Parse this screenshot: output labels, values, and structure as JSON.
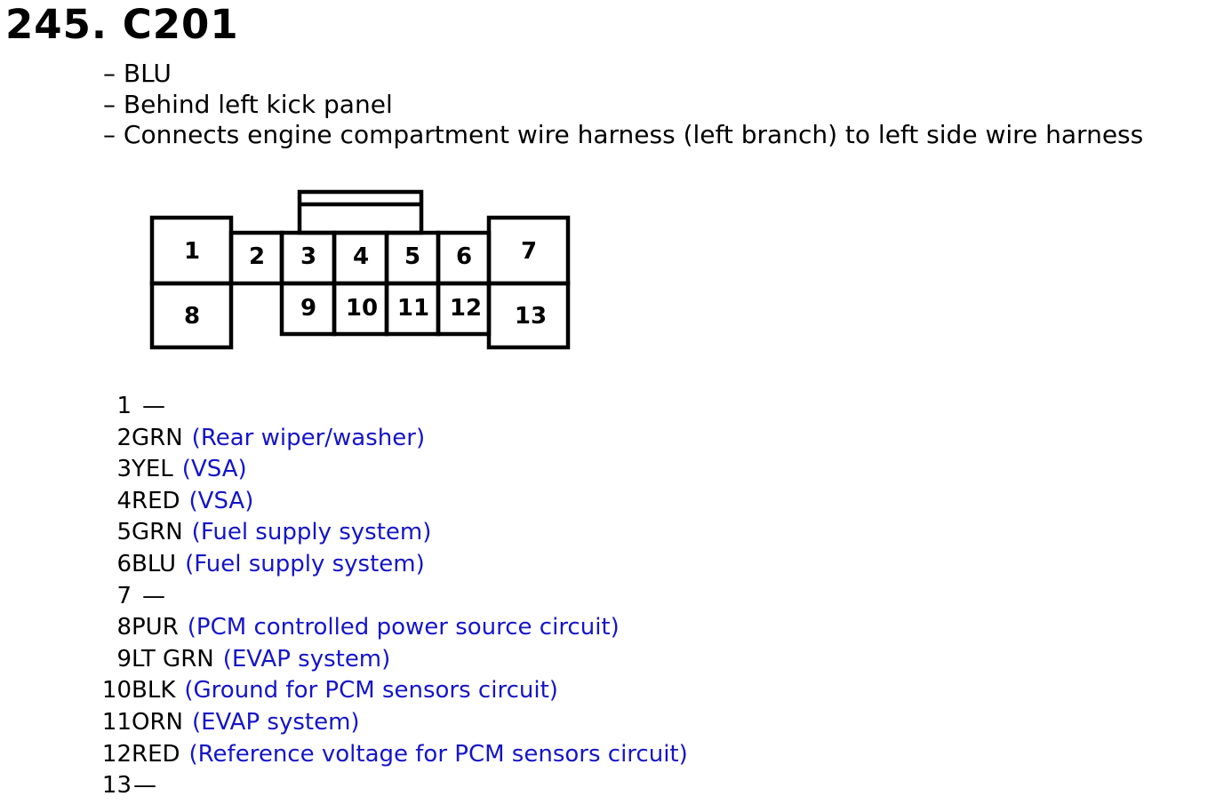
{
  "connector": {
    "title": "245. C201",
    "details": [
      "– BLU",
      "– Behind left kick panel",
      "– Connects engine compartment wire harness (left branch) to left side wire harness"
    ]
  },
  "cavities": {
    "1": "1",
    "2": "2",
    "3": "3",
    "4": "4",
    "5": "5",
    "6": "6",
    "7": "7",
    "8": "8",
    "9": "9",
    "10": "10",
    "11": "11",
    "12": "12",
    "13": "13"
  },
  "pins": [
    {
      "pin": "1",
      "wire": "—",
      "desc": ""
    },
    {
      "pin": "2",
      "wire": "GRN",
      "desc": "(Rear wiper/washer)"
    },
    {
      "pin": "3",
      "wire": "YEL",
      "desc": "(VSA)"
    },
    {
      "pin": "4",
      "wire": "RED",
      "desc": "(VSA)"
    },
    {
      "pin": "5",
      "wire": "GRN",
      "desc": "(Fuel supply system)"
    },
    {
      "pin": "6",
      "wire": "BLU",
      "desc": "(Fuel supply system)"
    },
    {
      "pin": "7",
      "wire": "—",
      "desc": ""
    },
    {
      "pin": "8",
      "wire": "PUR",
      "desc": "(PCM controlled power source circuit)"
    },
    {
      "pin": "9",
      "wire": "LT GRN",
      "desc": "(EVAP system)"
    },
    {
      "pin": "10",
      "wire": "BLK",
      "desc": "(Ground for PCM sensors circuit)"
    },
    {
      "pin": "11",
      "wire": "ORN",
      "desc": "(EVAP system)"
    },
    {
      "pin": "12",
      "wire": "RED",
      "desc": "(Reference voltage for PCM sensors circuit)"
    },
    {
      "pin": "13",
      "wire": "—",
      "desc": ""
    }
  ],
  "colors": {
    "link": "#1515c8",
    "line": "#000000"
  }
}
